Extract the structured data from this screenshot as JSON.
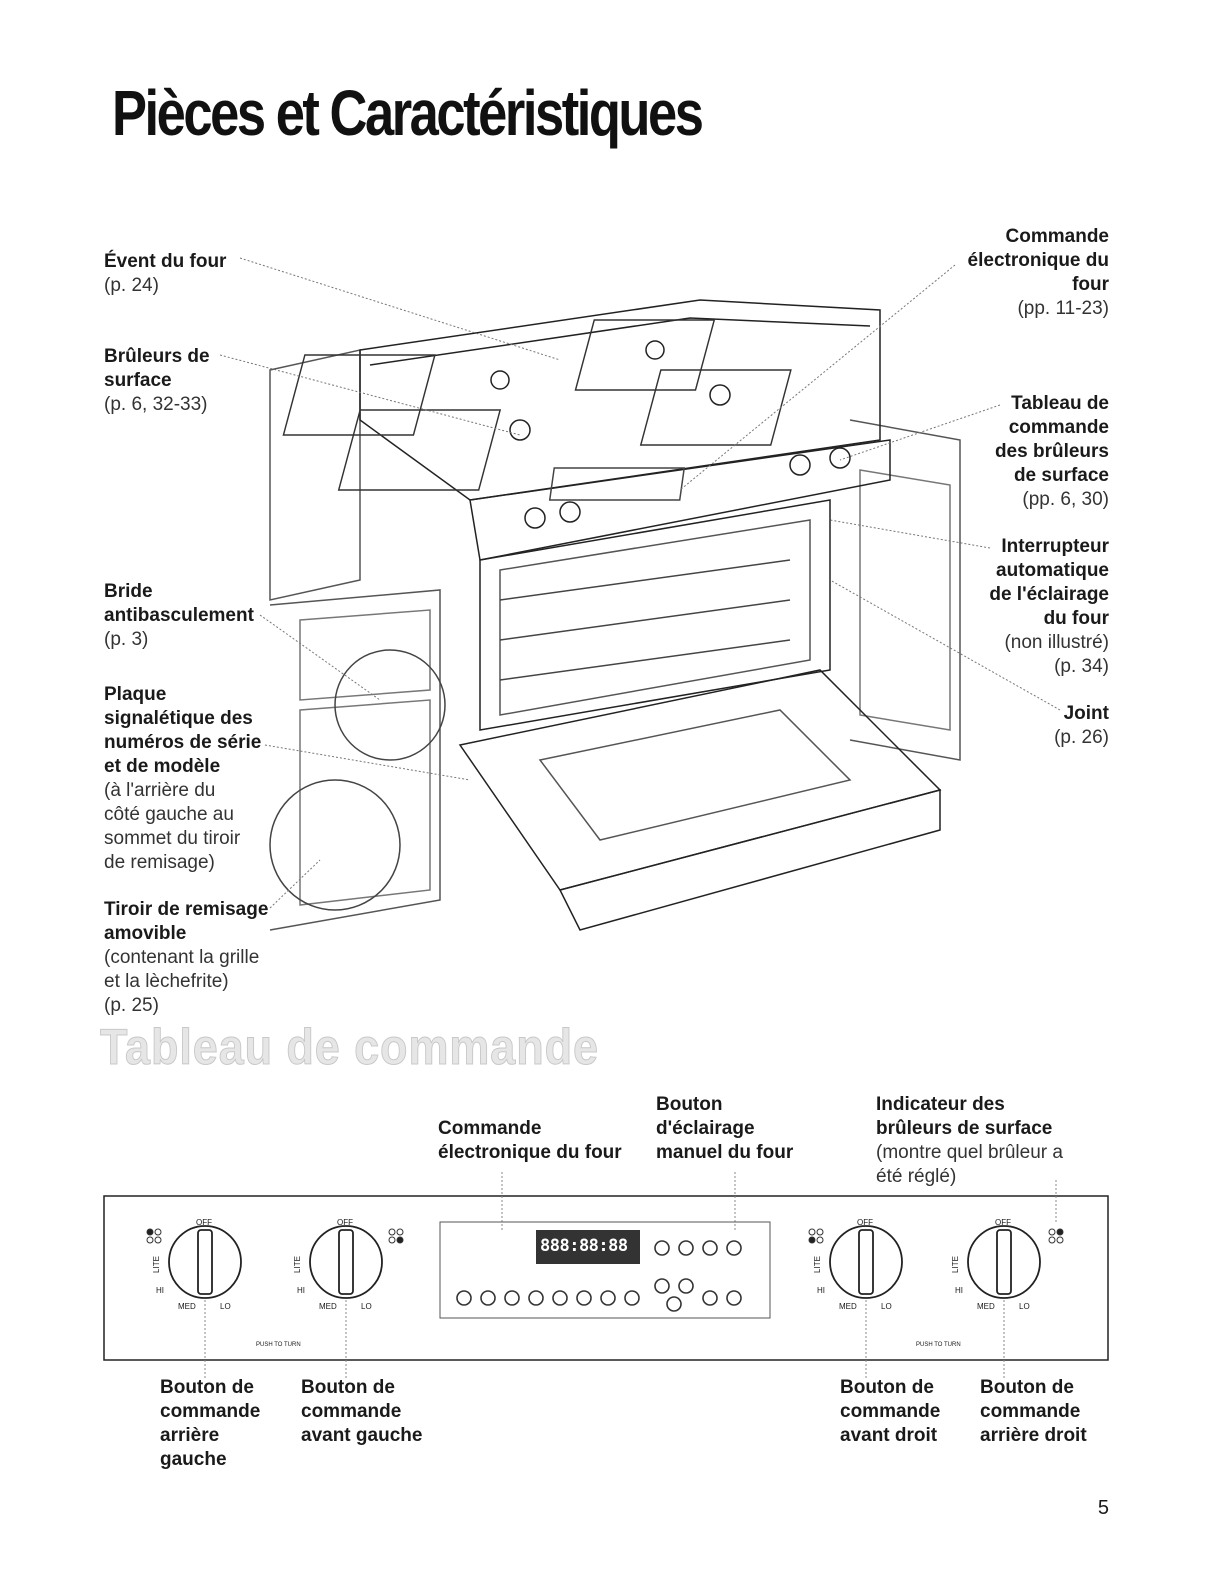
{
  "page": {
    "title": "Pièces et Caractéristiques",
    "page_number": "5"
  },
  "callouts_left": [
    {
      "title_lines": [
        "Évent du four"
      ],
      "ref_lines": [
        "(p. 24)"
      ]
    },
    {
      "title_lines": [
        "Brûleurs de",
        "surface"
      ],
      "ref_lines": [
        "(p. 6, 32-33)"
      ]
    },
    {
      "title_lines": [
        "Bride",
        "antibasculement"
      ],
      "ref_lines": [
        "(p. 3)"
      ]
    },
    {
      "title_lines": [
        "Plaque",
        "signalétique des",
        "numéros de série",
        "et de modèle"
      ],
      "ref_lines": [
        "(à l'arrière du",
        "côté gauche au",
        "sommet du tiroir",
        "de remisage)"
      ]
    },
    {
      "title_lines": [
        "Tiroir de remisage",
        "amovible"
      ],
      "ref_lines": [
        "(contenant la grille",
        "et la lèchefrite)",
        "(p. 25)"
      ]
    }
  ],
  "callouts_right": [
    {
      "title_lines": [
        "Commande",
        "électronique du",
        "four"
      ],
      "ref_lines": [
        "(pp. 11-23)"
      ]
    },
    {
      "title_lines": [
        "Tableau de",
        "commande",
        "des brûleurs",
        "de surface"
      ],
      "ref_lines": [
        "(pp. 6, 30)"
      ]
    },
    {
      "title_lines": [
        "Interrupteur",
        "automatique",
        "de l'éclairage",
        "du four"
      ],
      "ref_lines": [
        "(non illustré)",
        "(p. 34)"
      ]
    },
    {
      "title_lines": [
        "Joint"
      ],
      "ref_lines": [
        "(p. 26)"
      ]
    }
  ],
  "control_section": {
    "title": "Tableau de commande",
    "top_labels": [
      {
        "lines": [
          "Commande",
          "électronique du four"
        ]
      },
      {
        "lines": [
          "Bouton",
          "d'éclairage",
          "manuel du four"
        ]
      },
      {
        "lines": [
          "Indicateur des",
          "brûleurs de surface"
        ],
        "note_lines": [
          "(montre quel brûleur a",
          "été réglé)"
        ]
      }
    ],
    "bottom_labels": [
      {
        "lines": [
          "Bouton de",
          "commande",
          "arrière",
          "gauche"
        ]
      },
      {
        "lines": [
          "Bouton de",
          "commande",
          "avant gauche"
        ]
      },
      {
        "lines": [
          "Bouton de",
          "commande",
          "avant droit"
        ]
      },
      {
        "lines": [
          "Bouton de",
          "commande",
          "arrière droit"
        ]
      }
    ],
    "knob_marks": {
      "off": "OFF",
      "lite": "LITE",
      "hi": "HI",
      "med": "MED",
      "lo": "LO"
    },
    "push_to_turn": "PUSH TO TURN",
    "display_text": "888:88:88"
  },
  "icons": {
    "knob": "burner-knob-icon",
    "oven": "range-illustration-icon"
  }
}
